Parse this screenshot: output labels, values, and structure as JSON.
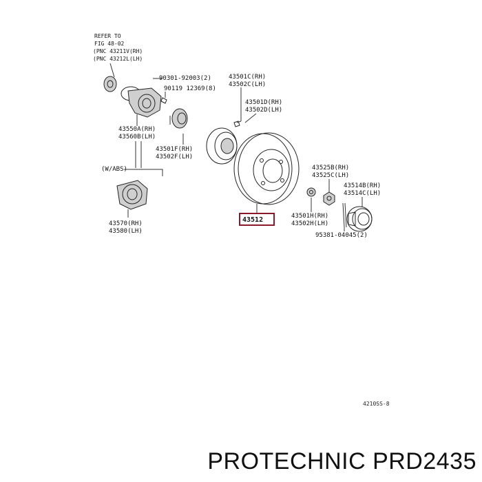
{
  "refer": {
    "line1": "REFER TO",
    "line2": "FIG 48-02",
    "line3": "(PNC 43211V(RH)",
    "line4": "(PNC 43212L(LH)"
  },
  "labels": {
    "bolt_90301": "90301-92003(2)",
    "bolt_90119": "90119 12369(8)",
    "c_rh": "43501C(RH)",
    "c_lh": "43502C(LH)",
    "d_rh": "43501D(RH)",
    "d_lh": "43502D(LH)",
    "a_rh": "43550A(RH)",
    "b_lh": "43560B(LH)",
    "f_rh": "43501F(RH)",
    "f_lh": "43502F(LH)",
    "w_abs": "(W/ABS)",
    "hub_rh": "43570(RH)",
    "hub_lh": "43580(LH)",
    "disc": "43512",
    "nut_rh": "43525B(RH)",
    "nut_lh": "43525C(LH)",
    "cap_rh": "43514B(RH)",
    "cap_lh": "43514C(LH)",
    "h_rh": "43501H(RH)",
    "h_lh": "43502H(LH)",
    "pin": "95381-04045(2)"
  },
  "diagram_code": "4210SS-8",
  "footer": "PROTECHNIC PRD2435"
}
